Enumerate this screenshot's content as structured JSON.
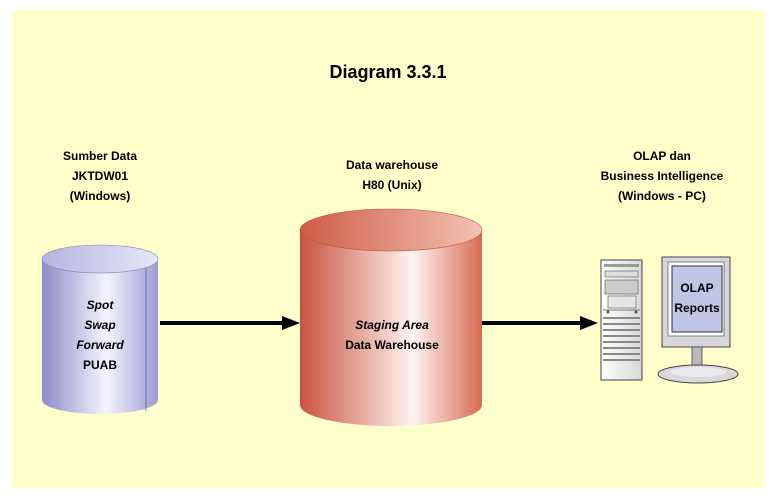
{
  "title": "Diagram 3.3.1",
  "source": {
    "header": [
      "Sumber Data",
      "JKTDW01",
      "(Windows)"
    ],
    "items": [
      "Spot",
      "Swap",
      "Forward",
      "PUAB"
    ]
  },
  "warehouse": {
    "header": [
      "Data warehouse",
      "H80 (Unix)"
    ],
    "items": [
      "Staging Area",
      "Data Warehouse"
    ]
  },
  "olap": {
    "header": [
      "OLAP dan",
      "Business Intelligence",
      "(Windows - PC)"
    ],
    "screen": [
      "OLAP",
      "Reports"
    ]
  },
  "colors": {
    "background": "#ffffcc",
    "source_cylinder": "#9f9fd6",
    "warehouse_cylinder": "#d96a50",
    "arrow": "#000000"
  }
}
